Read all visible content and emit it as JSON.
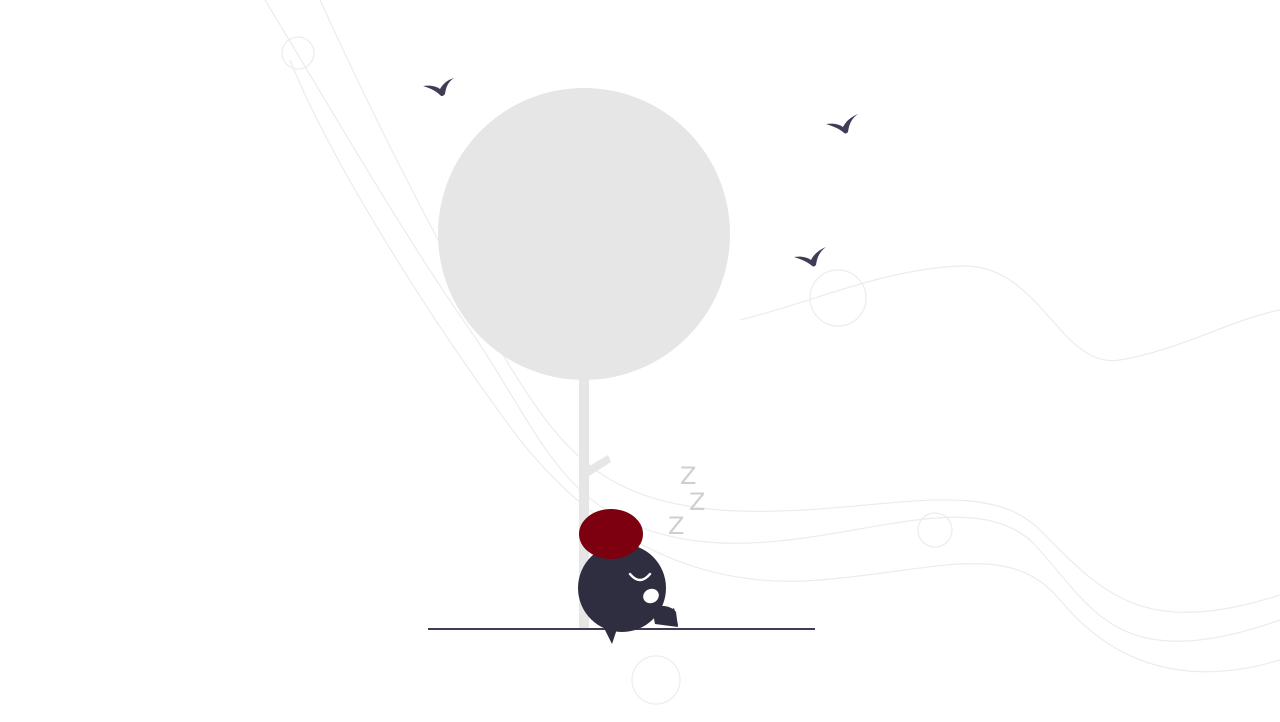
{
  "illustration": {
    "sleep_letters": [
      "Z",
      "Z",
      "Z"
    ]
  },
  "colors": {
    "background": "#ffffff",
    "background_lines": "#ebebeb",
    "tree": "#e6e6e6",
    "ground_line": "#3f3d56",
    "character_body": "#2f2e41",
    "character_hat": "#7c0010",
    "birds": "#3f3d56",
    "zzz": "#cfcfcf"
  }
}
